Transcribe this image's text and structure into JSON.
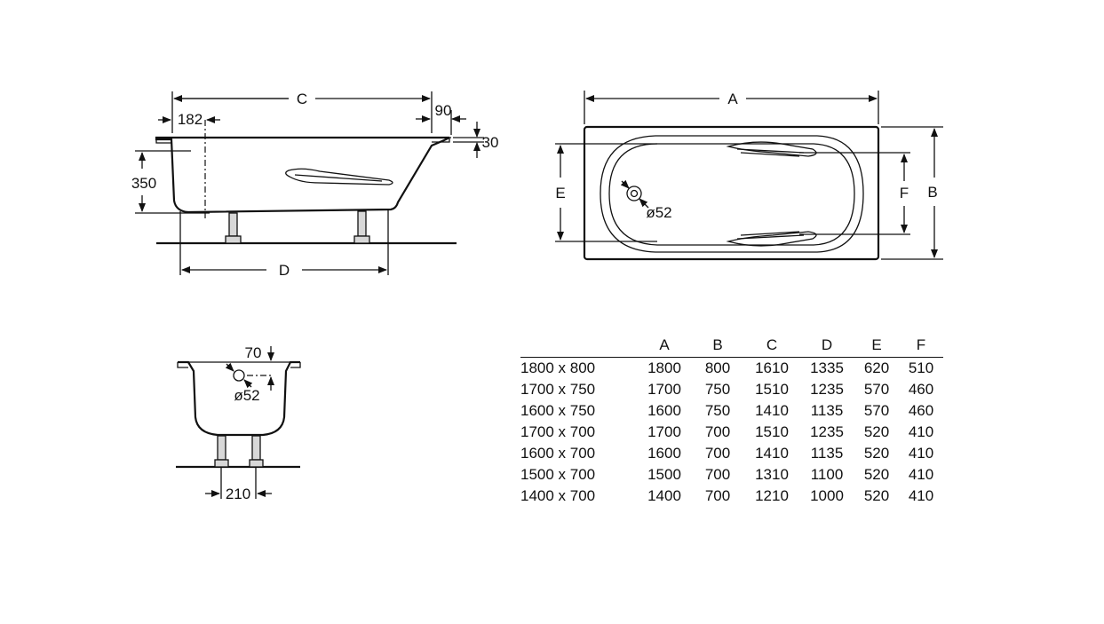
{
  "side_view": {
    "label_c": "C",
    "label_d": "D",
    "dim_182": "182",
    "dim_90": "90",
    "dim_30": "30",
    "dim_350": "350"
  },
  "top_view": {
    "label_a": "A",
    "label_b": "B",
    "label_e": "E",
    "label_f": "F",
    "drain": "ø52"
  },
  "end_view": {
    "dim_70": "70",
    "drain": "ø52",
    "dim_210": "210"
  },
  "table": {
    "headers": [
      "",
      "A",
      "B",
      "C",
      "D",
      "E",
      "F"
    ],
    "rows": [
      [
        "1800 x 800",
        "1800",
        "800",
        "1610",
        "1335",
        "620",
        "510"
      ],
      [
        "1700 x 750",
        "1700",
        "750",
        "1510",
        "1235",
        "570",
        "460"
      ],
      [
        "1600 x 750",
        "1600",
        "750",
        "1410",
        "1135",
        "570",
        "460"
      ],
      [
        "1700 x 700",
        "1700",
        "700",
        "1510",
        "1235",
        "520",
        "410"
      ],
      [
        "1600 x 700",
        "1600",
        "700",
        "1410",
        "1135",
        "520",
        "410"
      ],
      [
        "1500 x 700",
        "1500",
        "700",
        "1310",
        "1100",
        "520",
        "410"
      ],
      [
        "1400 x 700",
        "1400",
        "700",
        "1210",
        "1000",
        "520",
        "410"
      ]
    ]
  }
}
